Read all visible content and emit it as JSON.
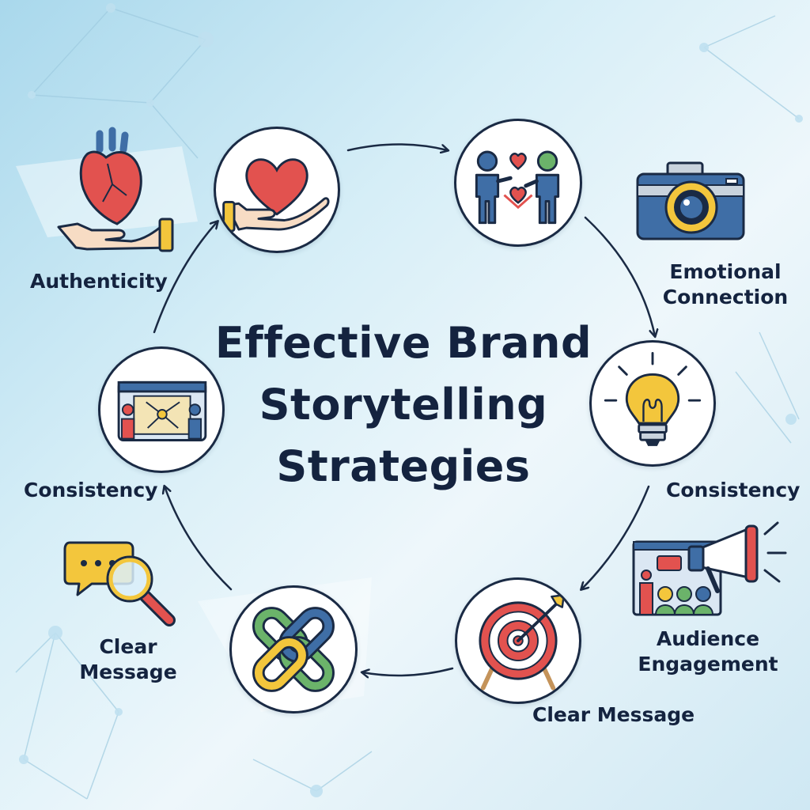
{
  "title_lines": [
    "Effective Brand",
    "Storytelling",
    "Strategies"
  ],
  "labels": {
    "authenticity": "Authenticity",
    "emotional_connection": "Emotional\nConnection",
    "consistency_left": "Consistency",
    "consistency_right": "Consistency",
    "clear_message_left": "Clear\nMessage",
    "clear_message_bottom": "Clear Message",
    "audience_engagement": "Audience\nEngagement"
  },
  "icons": {
    "heart_hand": "heart-in-hand-icon",
    "people_hearts": "people-exchanging-hearts-icon",
    "lightbulb": "lightbulb-icon",
    "target": "target-with-arrow-icon",
    "chain": "chain-links-icon",
    "presentation": "presentation-board-icon",
    "anatomical_heart": "anatomical-heart-on-hand-icon",
    "camera": "camera-icon",
    "megaphone": "megaphone-audience-icon",
    "chat_search": "chat-bubble-magnifier-icon"
  },
  "colors": {
    "title": "#14233f",
    "outline": "#1a2a44",
    "red": "#e2524f",
    "blue": "#3f6ea6",
    "yellow": "#f3c63c",
    "green": "#6bb36a"
  }
}
